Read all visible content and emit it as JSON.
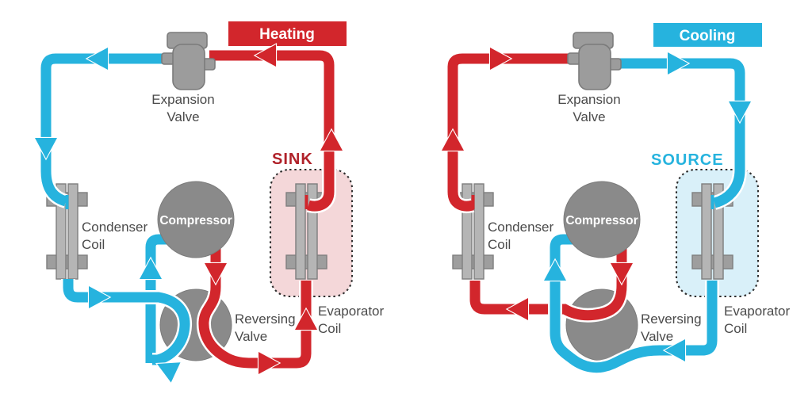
{
  "panels": [
    {
      "mode_label": "Heating",
      "zone_label": "SINK",
      "labels": {
        "expansion_line1": "Expansion",
        "expansion_line2": "Valve",
        "condenser_line1": "Condenser",
        "condenser_line2": "Coil",
        "compressor": "Compressor",
        "reversing_line1": "Reversing",
        "reversing_line2": "Valve",
        "evaporator_line1": "Evaporator",
        "evaporator_line2": "Coil"
      }
    },
    {
      "mode_label": "Cooling",
      "zone_label": "SOURCE",
      "labels": {
        "expansion_line1": "Expansion",
        "expansion_line2": "Valve",
        "condenser_line1": "Condenser",
        "condenser_line2": "Coil",
        "compressor": "Compressor",
        "reversing_line1": "Reversing",
        "reversing_line2": "Valve",
        "evaporator_line1": "Evaporator",
        "evaporator_line2": "Coil"
      }
    }
  ],
  "colors": {
    "hot_pipe": "#d2262c",
    "cold_pipe": "#26b3de",
    "heating_badge_bg": "#d2262c",
    "cooling_badge_bg": "#26b3de",
    "sink_label_text": "#b0222a",
    "source_label_text": "#26b3de",
    "sink_zone_fill": "#f4d7d9",
    "source_zone_fill": "#d9f0f9",
    "component_gray": "#8a8a8a",
    "coil_gray": "#b5b5b5",
    "label_text": "#4a4a4a",
    "background": "#ffffff"
  }
}
